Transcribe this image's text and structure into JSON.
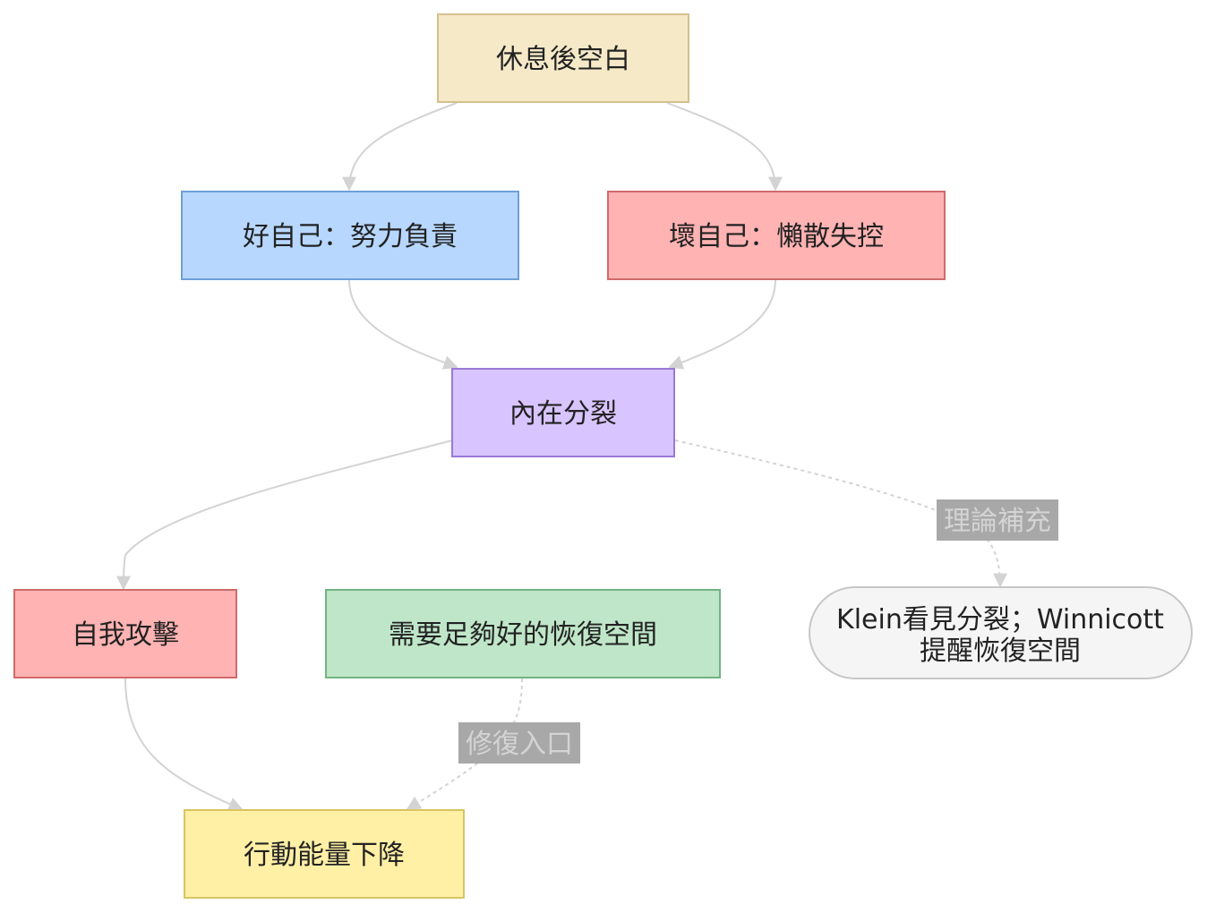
{
  "nodes": {
    "rest_blank": {
      "label": "休息後空白",
      "fill": "#f5e9c8",
      "stroke": "#d4c08e"
    },
    "good_self": {
      "label": "好自己：努力負責",
      "fill": "#b7d7ff",
      "stroke": "#6e9fd8"
    },
    "bad_self": {
      "label": "壞自己：懶散失控",
      "fill": "#ffb3b3",
      "stroke": "#d06a6a"
    },
    "inner_split": {
      "label": "內在分裂",
      "fill": "#d8c4ff",
      "stroke": "#9a78d8"
    },
    "self_attack": {
      "label": "自我攻擊",
      "fill": "#ffb3b3",
      "stroke": "#d06a6a"
    },
    "good_enough_space": {
      "label": "需要足夠好的恢復空間",
      "fill": "#bfe6c8",
      "stroke": "#72b383"
    },
    "theory_note": {
      "label_lines": [
        "Klein看見分裂；Winnicott",
        "提醒恢復空間"
      ],
      "fill": "#f5f5f5",
      "stroke": "#c7c7c7"
    },
    "energy_drop": {
      "label": "行動能量下降",
      "fill": "#fff0a6",
      "stroke": "#d8c562"
    }
  },
  "edge_labels": {
    "theory_supplement": "理論補充",
    "repair_entry": "修復入口"
  },
  "colors": {
    "edge": "#d3d3d3",
    "edge_label_bg": "#a8a8a8",
    "edge_label_text": "#d4d4d4"
  }
}
